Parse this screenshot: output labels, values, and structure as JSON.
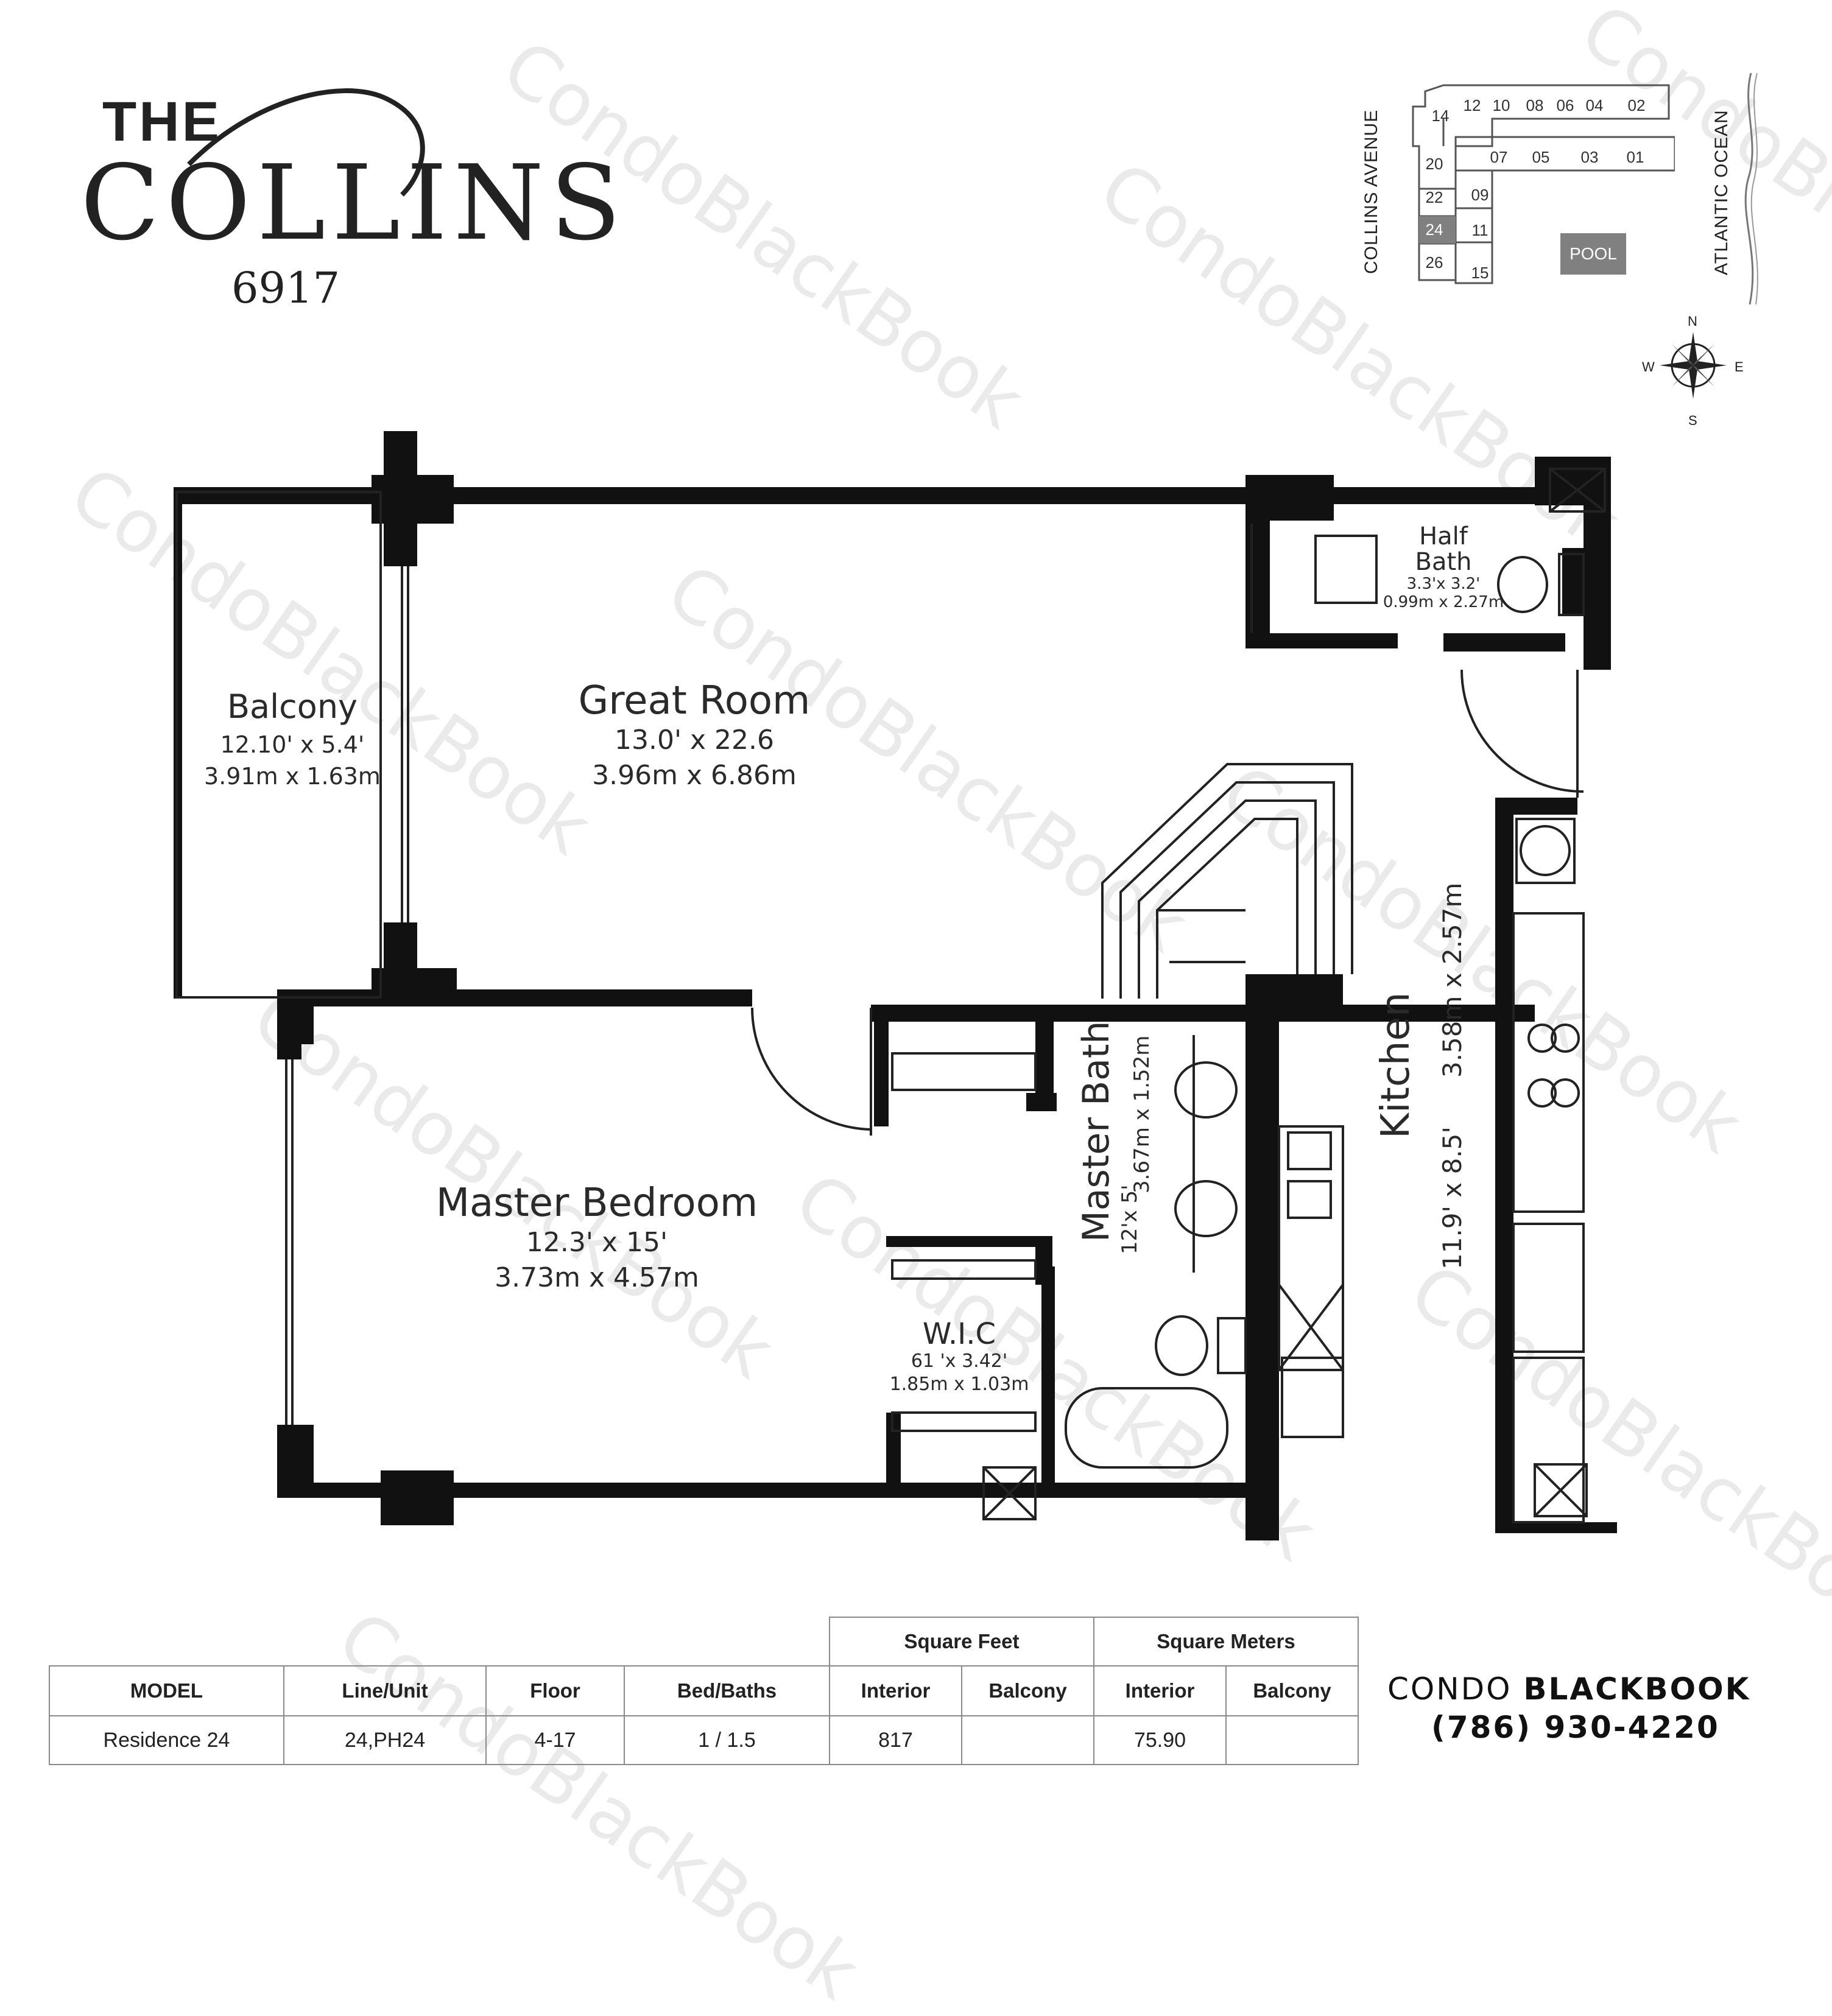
{
  "logo": {
    "the": "THE",
    "collins": "COLLINS",
    "address_number": "6917"
  },
  "site_map": {
    "street_west": "COLLINS AVENUE",
    "street_east": "ATLANTIC OCEAN",
    "pool": "POOL",
    "units_top_row": [
      "14",
      "12",
      "10",
      "08",
      "06",
      "04",
      "02"
    ],
    "units_second_row": [
      "20",
      "07",
      "05",
      "03",
      "01"
    ],
    "units_left_column": [
      "22",
      "24",
      "26"
    ],
    "units_inner_column": [
      "09",
      "11",
      "15"
    ],
    "highlighted_unit": "24"
  },
  "compass": {
    "n": "N",
    "s": "S",
    "e": "E",
    "w": "W"
  },
  "rooms": {
    "balcony": {
      "name": "Balcony",
      "dim_ft": "12.10' x 5.4'",
      "dim_m": "3.91m x 1.63m"
    },
    "great_room": {
      "name": "Great Room",
      "dim_ft": "13.0' x 22.6",
      "dim_m": "3.96m x 6.86m"
    },
    "half_bath": {
      "name_line1": "Half",
      "name_line2": "Bath",
      "dim_ft": "3.3'x 3.2'",
      "dim_m": "0.99m x 2.27m"
    },
    "master_bedroom": {
      "name": "Master Bedroom",
      "dim_ft": "12.3' x 15'",
      "dim_m": "3.73m x 4.57m"
    },
    "wic": {
      "name": "W.I.C",
      "dim_ft": "61 'x 3.42'",
      "dim_m": "1.85m x 1.03m"
    },
    "master_bath": {
      "name": "Master Bath",
      "dim_ft": "12'x 5'",
      "dim_m": "3.67m x 1.52m"
    },
    "kitchen": {
      "name": "Kitchen",
      "dim_ft": "11.9' x 8.5'",
      "dim_m": "3.58m x 2.57m"
    }
  },
  "table": {
    "group_headers": {
      "sqft": "Square Feet",
      "sqm": "Square Meters"
    },
    "headers": [
      "MODEL",
      "Line/Unit",
      "Floor",
      "Bed/Baths",
      "Interior",
      "Balcony",
      "Interior",
      "Balcony"
    ],
    "row": [
      "Residence 24",
      "24,PH24",
      "4-17",
      "1 / 1.5",
      "817",
      "",
      "75.90",
      ""
    ]
  },
  "brand": {
    "name_light": "CONDO ",
    "name_bold": "BLACKBOOK",
    "phone": "(786) 930-4220"
  },
  "watermark": "CondoBlackBook"
}
